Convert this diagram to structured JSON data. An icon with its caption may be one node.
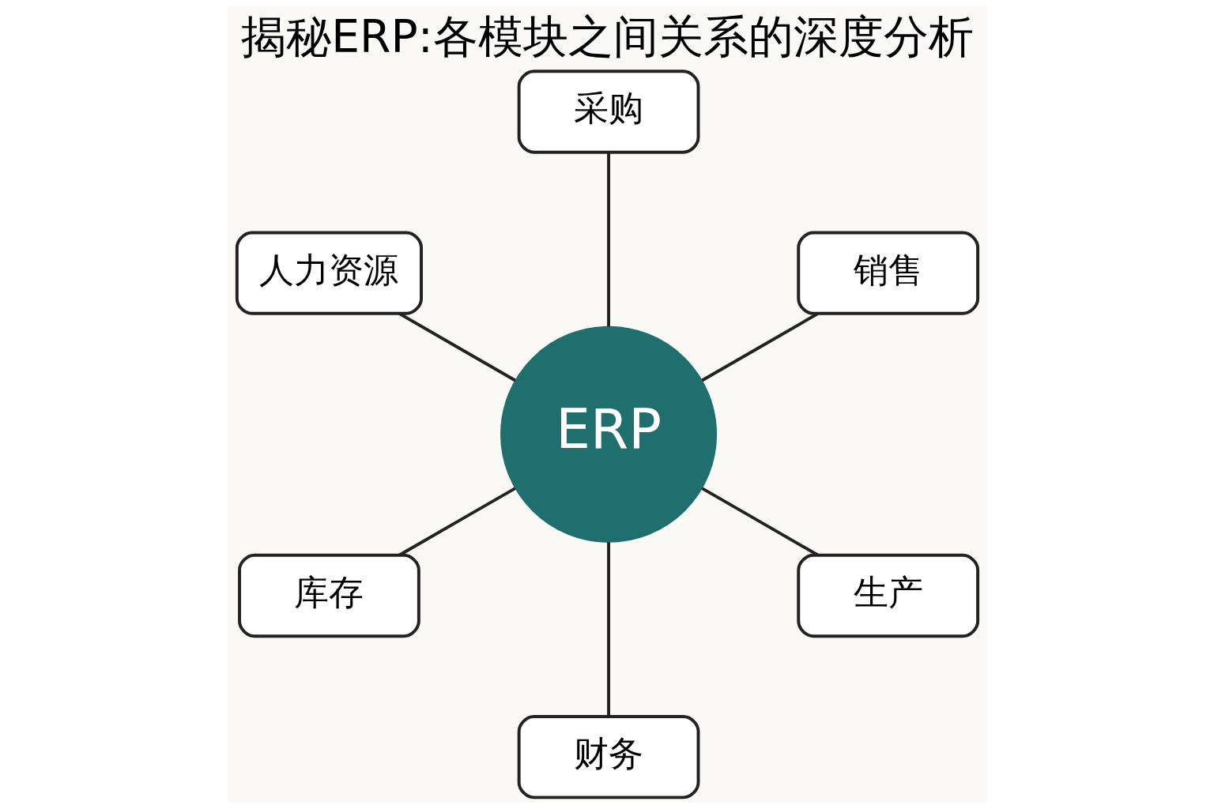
{
  "diagram": {
    "title": "揭秘ERP:各模块之间关系的深度分析",
    "nodes": [
      {
        "text": [
          "销售"
        ]
      },
      {
        "text": [
          "采购"
        ]
      },
      {
        "text": [
          "人力资源"
        ]
      },
      {
        "text": [
          "ERP"
        ]
      },
      {
        "text": [
          "库存"
        ]
      },
      {
        "text": [
          "财务"
        ]
      },
      {
        "text": [
          "生产"
        ]
      }
    ],
    "edges": [
      {
        "from": 3,
        "to": 0,
        "arrow": "none"
      },
      {
        "from": 3,
        "to": 1,
        "arrow": "none"
      },
      {
        "from": 3,
        "to": 2,
        "arrow": "none"
      },
      {
        "from": 3,
        "to": 4,
        "arrow": "none"
      },
      {
        "from": 3,
        "to": 5,
        "arrow": "none"
      },
      {
        "from": 3,
        "to": 6,
        "arrow": "none"
      }
    ]
  }
}
